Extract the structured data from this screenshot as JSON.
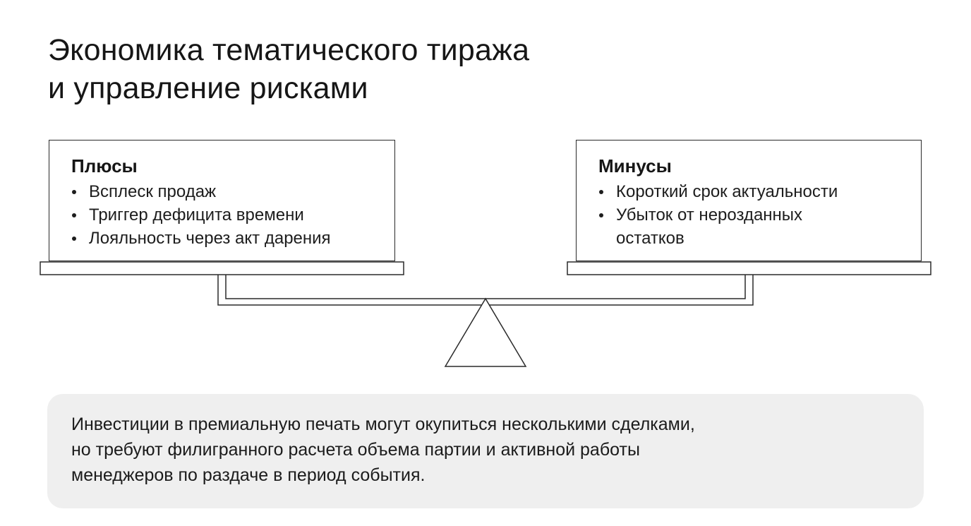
{
  "title": {
    "line1": "Экономика тематического тиража",
    "line2": "и управление рисками"
  },
  "pros": {
    "heading": "Плюсы",
    "items": [
      "Всплеск продаж",
      "Триггер дефицита времени",
      "Лояльность через акт дарения"
    ]
  },
  "cons": {
    "heading": "Минусы",
    "items": [
      "Короткий срок актуальности",
      "Убыток от нерозданных остатков"
    ]
  },
  "note": {
    "line1": "Инвестиции в премиальную печать могут окупиться несколькими сделками,",
    "line2": "но требуют филигранного расчета объема партии и активной работы",
    "line3": "менеджеров по раздаче в период события."
  },
  "colors": {
    "stroke": "#2a2a2a",
    "note_background": "#efefef"
  }
}
